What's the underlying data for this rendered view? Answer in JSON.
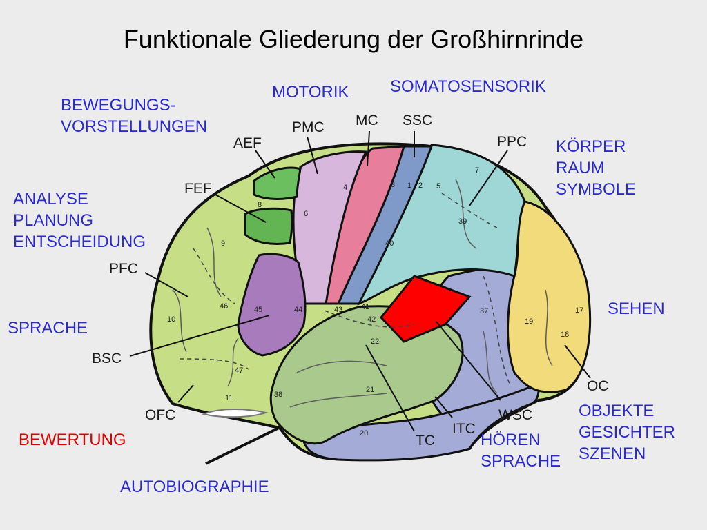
{
  "title": "Funktionale Gliederung der Großhirnrinde",
  "functions": {
    "bewegung": [
      "BEWEGUNGS-",
      "VORSTELLUNGEN"
    ],
    "motorik": "MOTORIK",
    "somato": "SOMATOSENSORIK",
    "koerper": [
      "KÖRPER",
      "RAUM",
      "SYMBOLE"
    ],
    "analyse": [
      "ANALYSE",
      "PLANUNG",
      "ENTSCHEIDUNG"
    ],
    "sehen": "SEHEN",
    "sprache": "SPRACHE",
    "objekte": [
      "OBJEKTE",
      "GESICHTER",
      "SZENEN"
    ],
    "bewertung": "BEWERTUNG",
    "hoeren": [
      "HÖREN",
      "SPRACHE"
    ],
    "autobio": "AUTOBIOGRAPHIE"
  },
  "regions": {
    "aef": "AEF",
    "pmc": "PMC",
    "mc": "MC",
    "ssc": "SSC",
    "ppc": "PPC",
    "fef": "FEF",
    "pfc": "PFC",
    "bsc": "BSC",
    "ofc": "OFC",
    "oc": "OC",
    "itc": "ITC",
    "tc": "TC",
    "wsc": "WSC"
  },
  "area_numbers": [
    "8",
    "9",
    "10",
    "11",
    "46",
    "45",
    "44",
    "47",
    "6",
    "4",
    "3",
    "1",
    "2",
    "5",
    "7",
    "39",
    "40",
    "43",
    "41",
    "42",
    "22",
    "21",
    "20",
    "38",
    "37",
    "19",
    "18",
    "17"
  ],
  "colors": {
    "pfc": "#c6df86",
    "aef": "#6cbf5e",
    "fef": "#62b552",
    "pmc": "#d8b7dc",
    "broca": "#a87cbc",
    "mc": "#e77e9c",
    "ssc": "#7f99c9",
    "ppc": "#9fd6d6",
    "temporal": "#a9c98d",
    "itc": "#a4abd6",
    "wernicke": "#ff0000",
    "occipital": "#f2db7a",
    "function_text": "#2a2ad0",
    "accent_red": "#e00000"
  }
}
